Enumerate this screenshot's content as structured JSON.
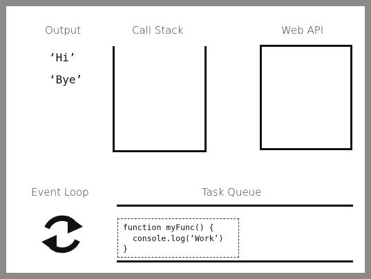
{
  "output": {
    "title": "Output",
    "lines": [
      "‘Hi’",
      "‘Bye’"
    ]
  },
  "call_stack": {
    "title": "Call Stack"
  },
  "web_api": {
    "title": "Web API"
  },
  "event_loop": {
    "title": "Event Loop",
    "icon": "refresh-icon"
  },
  "task_queue": {
    "title": "Task Queue",
    "tasks": [
      {
        "code_lines": [
          "function myFunc() {",
          "  console.log(‘Work’)",
          "}"
        ]
      }
    ]
  },
  "colors": {
    "frame": "#8a8a8a",
    "ink": "#111111",
    "label": "#333333"
  }
}
